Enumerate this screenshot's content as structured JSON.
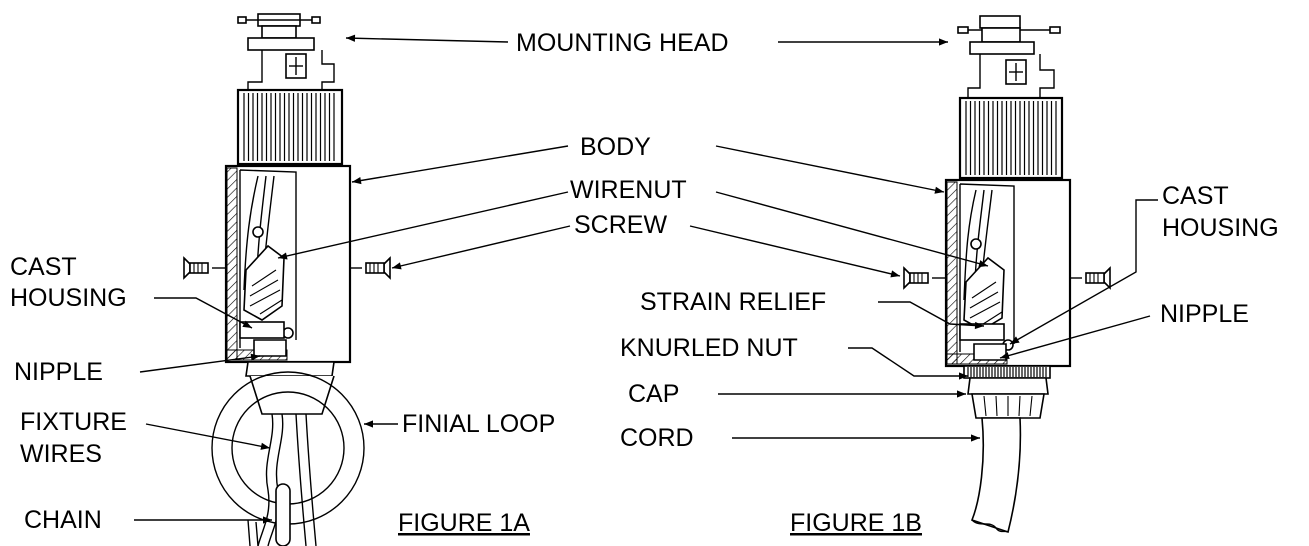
{
  "figure_1a": {
    "caption": "FIGURE 1A",
    "labels": {
      "body": "BODY",
      "wirenut": "WIRENUT",
      "screw": "SCREW",
      "cast_housing_line1": "CAST",
      "cast_housing_line2": "HOUSING",
      "nipple": "NIPPLE",
      "fixture_wires_line1": "FIXTURE",
      "fixture_wires_line2": "WIRES",
      "finial_loop": "FINIAL LOOP",
      "chain": "CHAIN"
    }
  },
  "figure_1b": {
    "caption": "FIGURE 1B",
    "labels": {
      "cast_housing_line1": "CAST",
      "cast_housing_line2": "HOUSING",
      "strain_relief": "STRAIN RELIEF",
      "nipple": "NIPPLE",
      "knurled_nut": "KNURLED NUT",
      "cap": "CAP",
      "cord": "CORD"
    }
  },
  "shared": {
    "mounting_head": "MOUNTING HEAD"
  }
}
